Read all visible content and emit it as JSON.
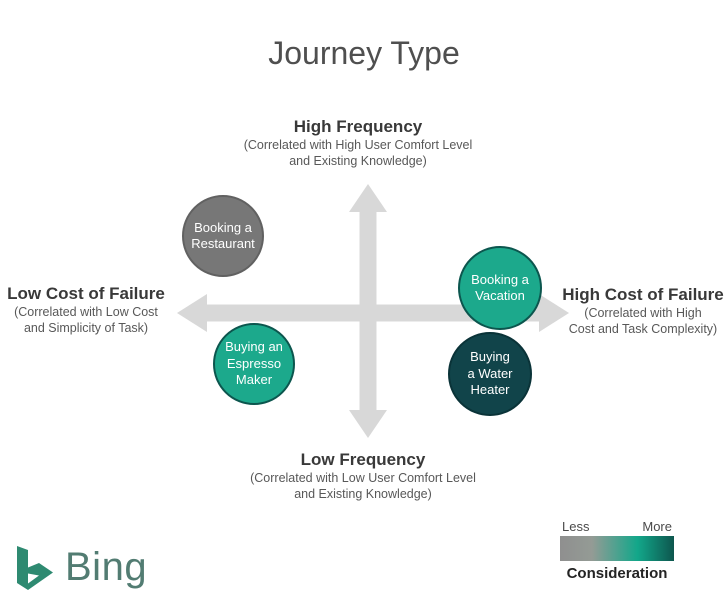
{
  "title": "Journey Type",
  "axis_labels": {
    "top": {
      "heading": "High Frequency",
      "subtext": "(Correlated with High User Comfort Level\nand Existing Knowledge)"
    },
    "bottom": {
      "heading": "Low Frequency",
      "subtext": "(Correlated with Low User Comfort Level\nand Existing Knowledge)"
    },
    "left": {
      "heading": "Low Cost of Failure",
      "subtext": "(Correlated with Low Cost\nand Simplicity of Task)"
    },
    "right": {
      "heading": "High Cost of Failure",
      "subtext": "(Correlated with High\nCost and Task Complexity)"
    }
  },
  "bubbles": [
    {
      "id": "booking-a-restaurant",
      "label": "Booking a\nRestaurant",
      "quadrant": "high-frequency / low-cost-of-failure",
      "color": "#777777"
    },
    {
      "id": "booking-a-vacation",
      "label": "Booking a\nVacation",
      "quadrant": "high-frequency / high-cost-of-failure",
      "color": "#1CA98C"
    },
    {
      "id": "buying-espresso-maker",
      "label": "Buying an\nEspresso\nMaker",
      "quadrant": "low-frequency / low-cost-of-failure",
      "color": "#1CA98C"
    },
    {
      "id": "buying-water-heater",
      "label": "Buying\na Water\nHeater",
      "quadrant": "low-frequency / high-cost-of-failure",
      "color": "#11444A"
    }
  ],
  "legend": {
    "left_label": "Less",
    "right_label": "More",
    "title": "Consideration",
    "gradient_colors": [
      "#8F8F8F",
      "#12A78A",
      "#0E564E"
    ]
  },
  "brand": {
    "name": "Bing",
    "glyph_color": "#2E8A71",
    "text_color": "#527C72"
  },
  "arrow_color": "#D8D8D8"
}
